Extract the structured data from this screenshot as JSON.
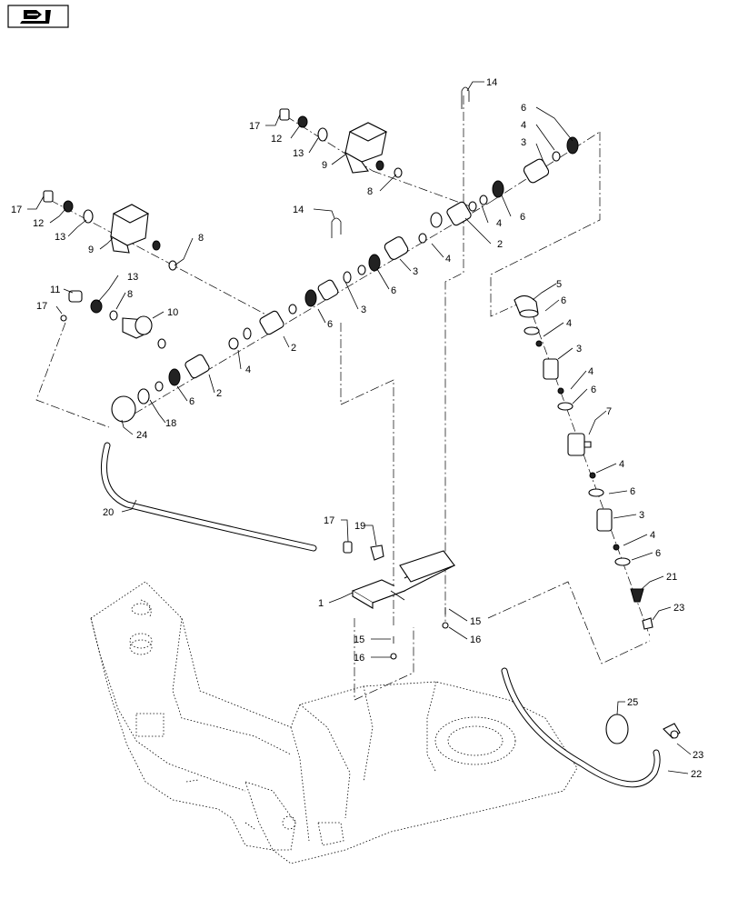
{
  "nav_icon": "return-arrow-icon",
  "callouts": [
    {
      "id": "c14a",
      "text": "14"
    },
    {
      "id": "c6a",
      "text": "6"
    },
    {
      "id": "c4a",
      "text": "4"
    },
    {
      "id": "c3a",
      "text": "3"
    },
    {
      "id": "c17a",
      "text": "17"
    },
    {
      "id": "c12a",
      "text": "12"
    },
    {
      "id": "c13a",
      "text": "13"
    },
    {
      "id": "c9a",
      "text": "9"
    },
    {
      "id": "c8a",
      "text": "8"
    },
    {
      "id": "c6b",
      "text": "6"
    },
    {
      "id": "c4b",
      "text": "4"
    },
    {
      "id": "c2a",
      "text": "2"
    },
    {
      "id": "c14b",
      "text": "14"
    },
    {
      "id": "c17b",
      "text": "17"
    },
    {
      "id": "c12b",
      "text": "12"
    },
    {
      "id": "c13b",
      "text": "13"
    },
    {
      "id": "c9b",
      "text": "9"
    },
    {
      "id": "c8b",
      "text": "8"
    },
    {
      "id": "c4c",
      "text": "4"
    },
    {
      "id": "c3b",
      "text": "3"
    },
    {
      "id": "c6c",
      "text": "6"
    },
    {
      "id": "c11",
      "text": "11"
    },
    {
      "id": "c13c",
      "text": "13"
    },
    {
      "id": "c8c",
      "text": "8"
    },
    {
      "id": "c17c",
      "text": "17"
    },
    {
      "id": "c10",
      "text": "10"
    },
    {
      "id": "c3c",
      "text": "3"
    },
    {
      "id": "c6d",
      "text": "6"
    },
    {
      "id": "c2b",
      "text": "2"
    },
    {
      "id": "c4d",
      "text": "4"
    },
    {
      "id": "c2c",
      "text": "2"
    },
    {
      "id": "c6e",
      "text": "6"
    },
    {
      "id": "c18",
      "text": "18"
    },
    {
      "id": "c24",
      "text": "24"
    },
    {
      "id": "c5",
      "text": "5"
    },
    {
      "id": "c6f",
      "text": "6"
    },
    {
      "id": "c4e",
      "text": "4"
    },
    {
      "id": "c3d",
      "text": "3"
    },
    {
      "id": "c4f",
      "text": "4"
    },
    {
      "id": "c6g",
      "text": "6"
    },
    {
      "id": "c7",
      "text": "7"
    },
    {
      "id": "c4g",
      "text": "4"
    },
    {
      "id": "c6h",
      "text": "6"
    },
    {
      "id": "c3e",
      "text": "3"
    },
    {
      "id": "c4h",
      "text": "4"
    },
    {
      "id": "c6i",
      "text": "6"
    },
    {
      "id": "c21",
      "text": "21"
    },
    {
      "id": "c23a",
      "text": "23"
    },
    {
      "id": "c20",
      "text": "20"
    },
    {
      "id": "c17d",
      "text": "17"
    },
    {
      "id": "c19",
      "text": "19"
    },
    {
      "id": "c1",
      "text": "1"
    },
    {
      "id": "c15a",
      "text": "15"
    },
    {
      "id": "c16a",
      "text": "16"
    },
    {
      "id": "c15b",
      "text": "15"
    },
    {
      "id": "c16b",
      "text": "16"
    },
    {
      "id": "c25",
      "text": "25"
    },
    {
      "id": "c23b",
      "text": "23"
    },
    {
      "id": "c22",
      "text": "22"
    }
  ]
}
